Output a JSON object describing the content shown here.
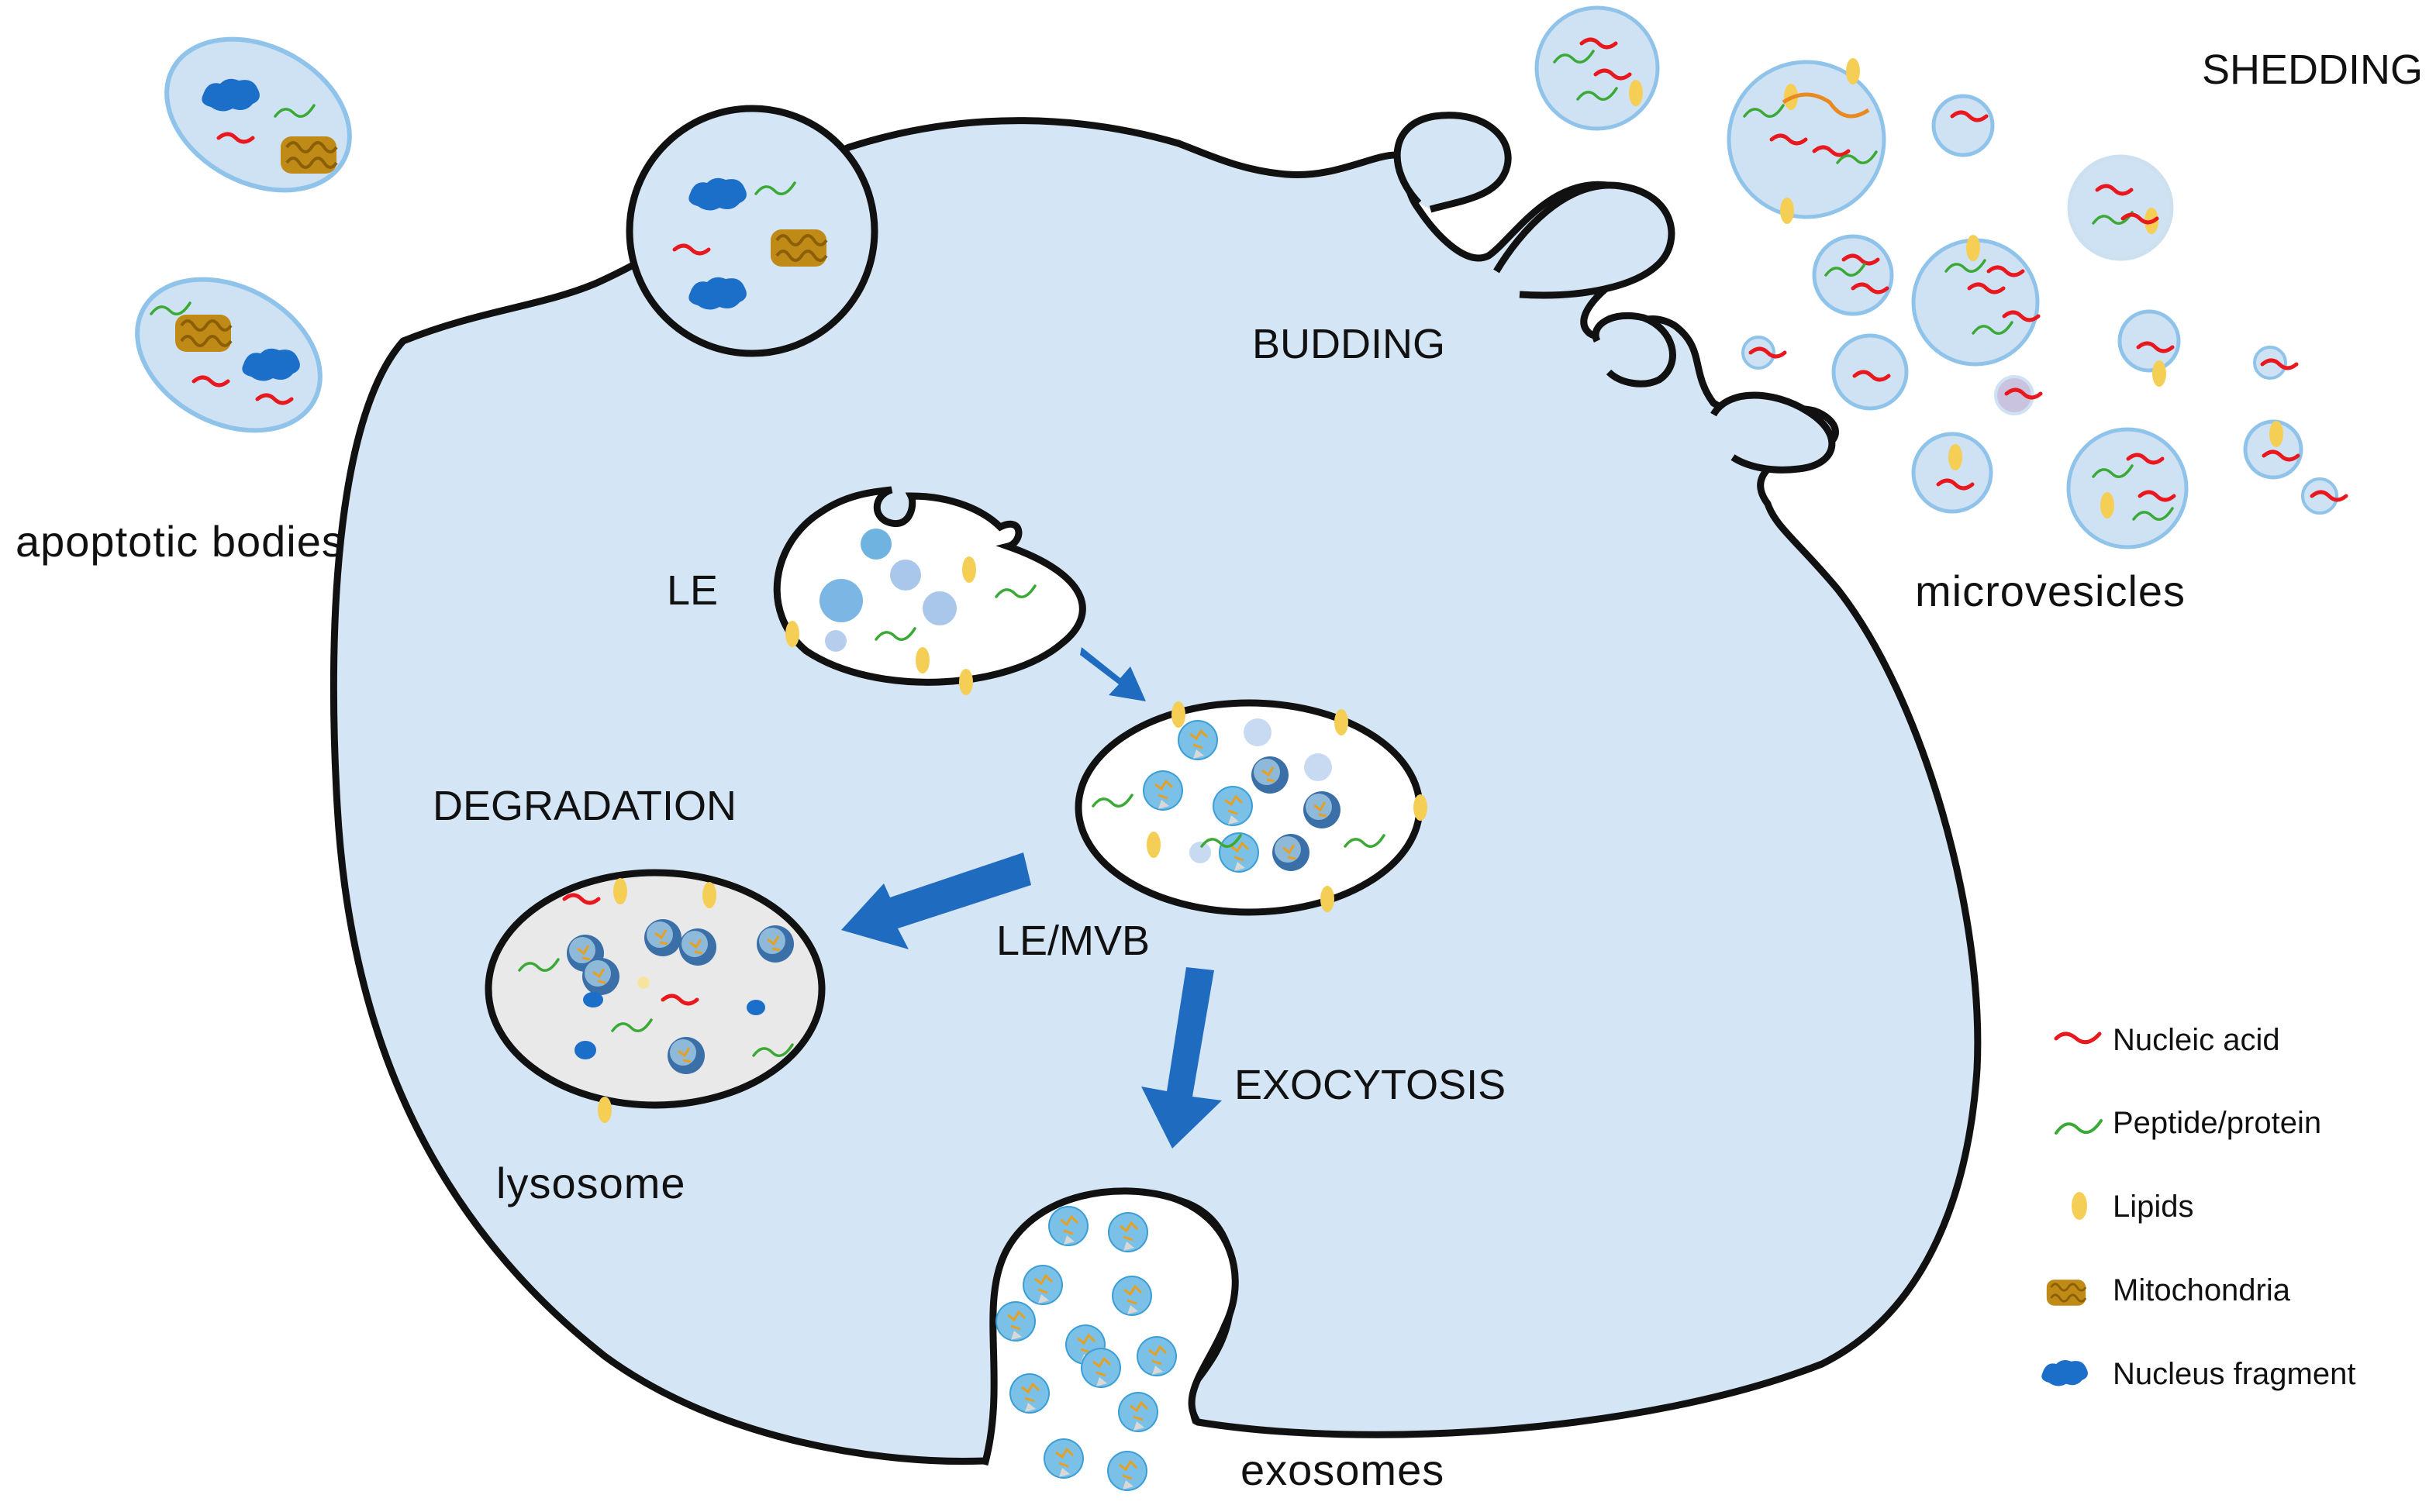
{
  "labels": {
    "shedding": "SHEDDING",
    "budding": "BUDDING",
    "apoptotic_bodies": "apoptotic bodies",
    "microvesicles": "microvesicles",
    "le": "LE",
    "degradation": "DEGRADATION",
    "le_mvb": "LE/MVB",
    "exocytosis": "EXOCYTOSIS",
    "lysosome": "lysosome",
    "exosomes": "exosomes"
  },
  "legend": [
    {
      "key": "nucleic_acid",
      "label": "Nucleic acid",
      "icon": "nucleic-acid-icon",
      "color": "#e8181e"
    },
    {
      "key": "peptide",
      "label": "Peptide/protein",
      "icon": "peptide-icon",
      "color": "#3aa935"
    },
    {
      "key": "lipids",
      "label": "Lipids",
      "icon": "lipid-icon",
      "color": "#f5cf55"
    },
    {
      "key": "mitochondria",
      "label": "Mitochondria",
      "icon": "mitochondria-icon",
      "color": "#b8860b"
    },
    {
      "key": "nucleus",
      "label": "Nucleus fragment",
      "icon": "nucleus-fragment-icon",
      "color": "#1c6fc9"
    }
  ],
  "colors": {
    "cell_fill": "#d4e5f5",
    "vesicle_fill": "#cfe2f3",
    "outline": "#111111",
    "arrow": "#1f6bbf",
    "lysosome_fill": "#e9e9e9"
  }
}
